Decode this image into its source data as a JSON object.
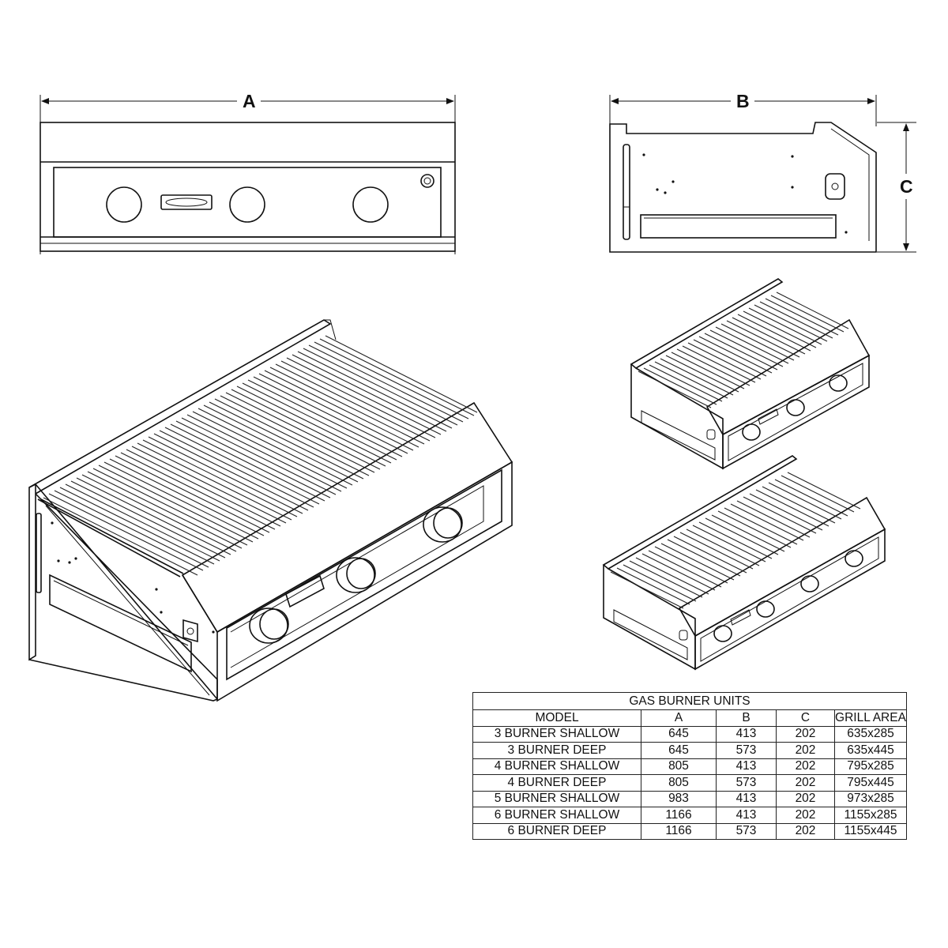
{
  "dimensions": {
    "a_label": "A",
    "b_label": "B",
    "c_label": "C"
  },
  "table": {
    "title": "GAS BURNER UNITS",
    "headers": [
      "MODEL",
      "A",
      "B",
      "C",
      "GRILL AREA"
    ],
    "rows": [
      [
        "3 BURNER SHALLOW",
        "645",
        "413",
        "202",
        "635x285"
      ],
      [
        "3 BURNER DEEP",
        "645",
        "573",
        "202",
        "635x445"
      ],
      [
        "4 BURNER SHALLOW",
        "805",
        "413",
        "202",
        "795x285"
      ],
      [
        "4 BURNER DEEP",
        "805",
        "573",
        "202",
        "795x445"
      ],
      [
        "5 BURNER SHALLOW",
        "983",
        "413",
        "202",
        "973x285"
      ],
      [
        "6 BURNER SHALLOW",
        "1166",
        "413",
        "202",
        "1155x285"
      ],
      [
        "6 BURNER DEEP",
        "1166",
        "573",
        "202",
        "1155x445"
      ]
    ]
  },
  "icons": [
    "arrow-icon",
    "knob-icon",
    "badge-icon",
    "ignition-icon"
  ],
  "colors": {
    "line": "#111111",
    "background": "#ffffff"
  }
}
